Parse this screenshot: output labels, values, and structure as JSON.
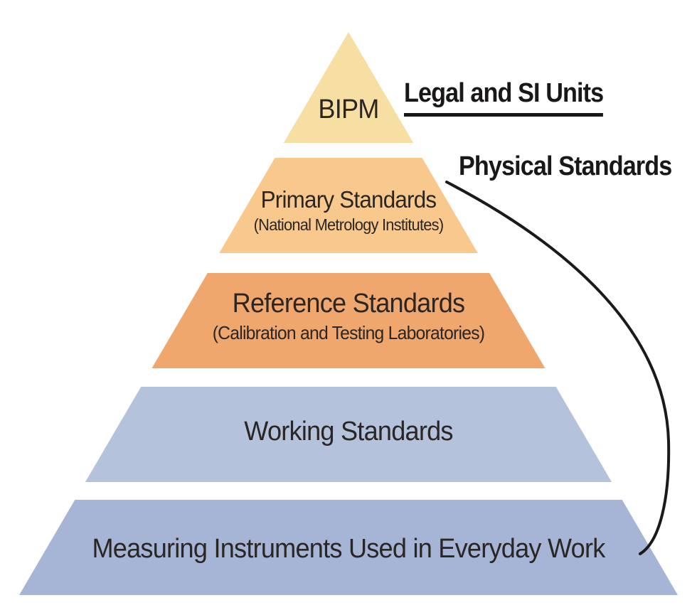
{
  "pyramid": {
    "tiers": [
      {
        "label": "BIPM",
        "sublabel": "",
        "color": "#f7dfa4"
      },
      {
        "label": "Primary Standards",
        "sublabel": "(National Metrology Institutes)",
        "color": "#f9c88c"
      },
      {
        "label": "Reference Standards",
        "sublabel": "(Calibration and Testing Laboratories)",
        "color": "#f0a76e"
      },
      {
        "label": "Working Standards",
        "sublabel": "",
        "color": "#b4c2dc"
      },
      {
        "label": "Measuring Instruments Used in Everyday Work",
        "sublabel": "",
        "color": "#a6b5d6"
      }
    ]
  },
  "annotations": {
    "legal_si_units": "Legal and SI Units",
    "physical_standards": "Physical Standards",
    "connector_color": "#1a1a1a",
    "text_color": "#231f20"
  }
}
